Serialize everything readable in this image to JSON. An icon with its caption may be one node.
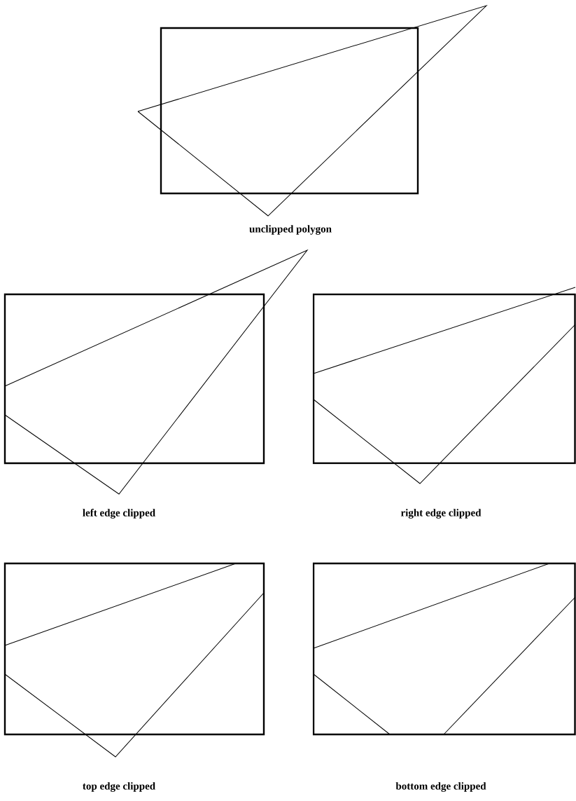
{
  "diagram": {
    "labels": [
      "unclipped polygon",
      "left edge clipped",
      "right edge clipped",
      "top edge clipped",
      "bottom edge clipped"
    ]
  }
}
